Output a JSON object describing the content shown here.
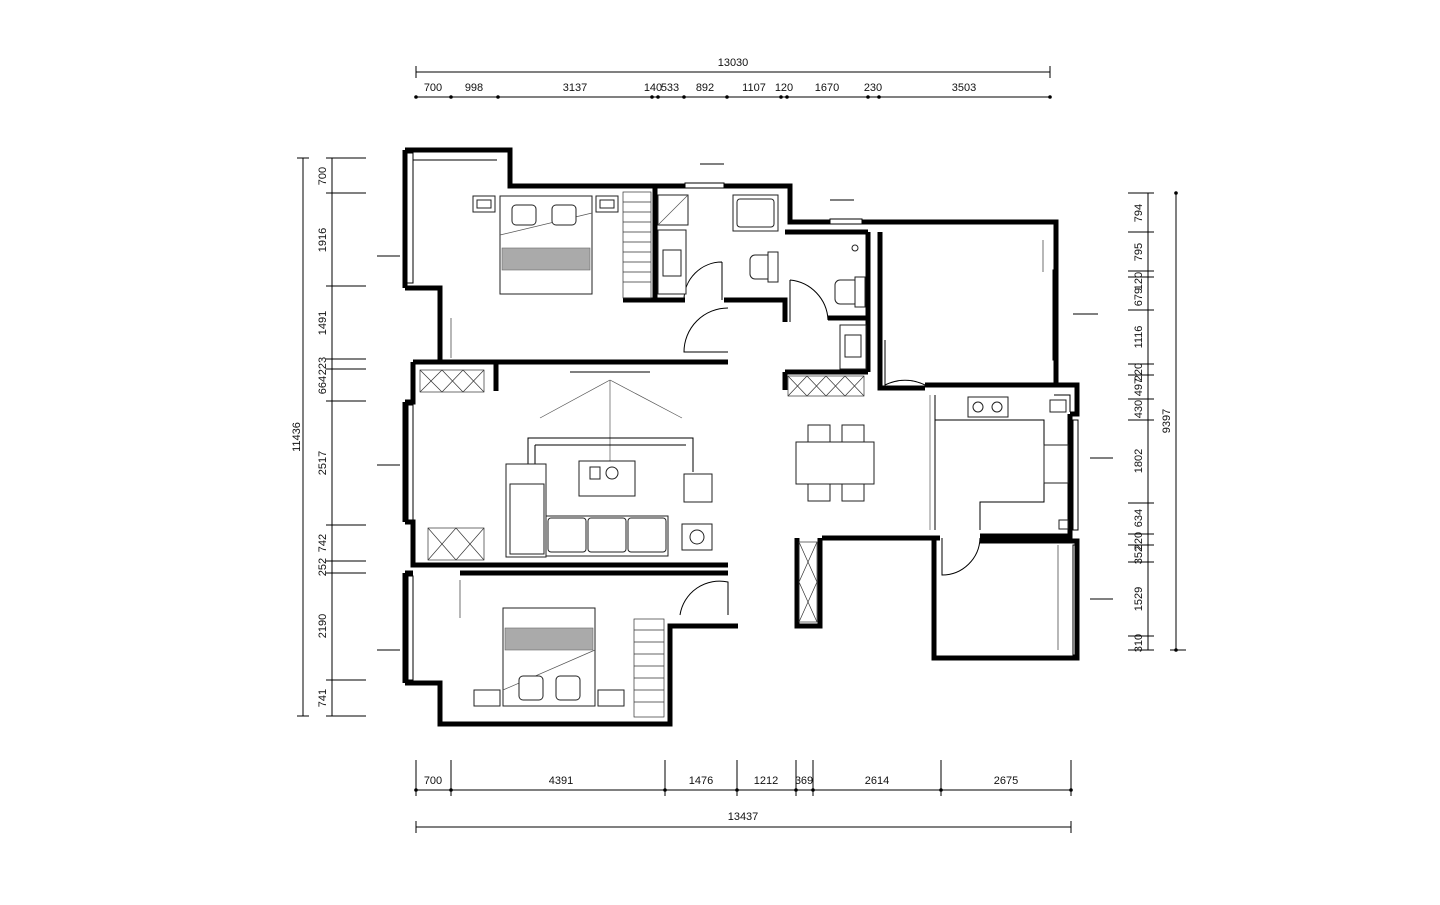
{
  "dimensions": {
    "top_total": "13030",
    "top_segments": [
      "700",
      "998",
      "3137",
      "140",
      "533",
      "892",
      "1107",
      "120",
      "1670",
      "230",
      "3503"
    ],
    "bottom_total": "13437",
    "bottom_segments": [
      "700",
      "4391",
      "1476",
      "1212",
      "369",
      "2614",
      "2675"
    ],
    "left_total": "11436",
    "left_segments": [
      "700",
      "1916",
      "1491",
      "223",
      "664",
      "2517",
      "742",
      "252",
      "2190",
      "741"
    ],
    "right_total": "9397",
    "right_segments": [
      "794",
      "795",
      "120",
      "679",
      "1116",
      "220",
      "497",
      "430",
      "1802",
      "634",
      "220",
      "352",
      "1529",
      "310"
    ]
  }
}
